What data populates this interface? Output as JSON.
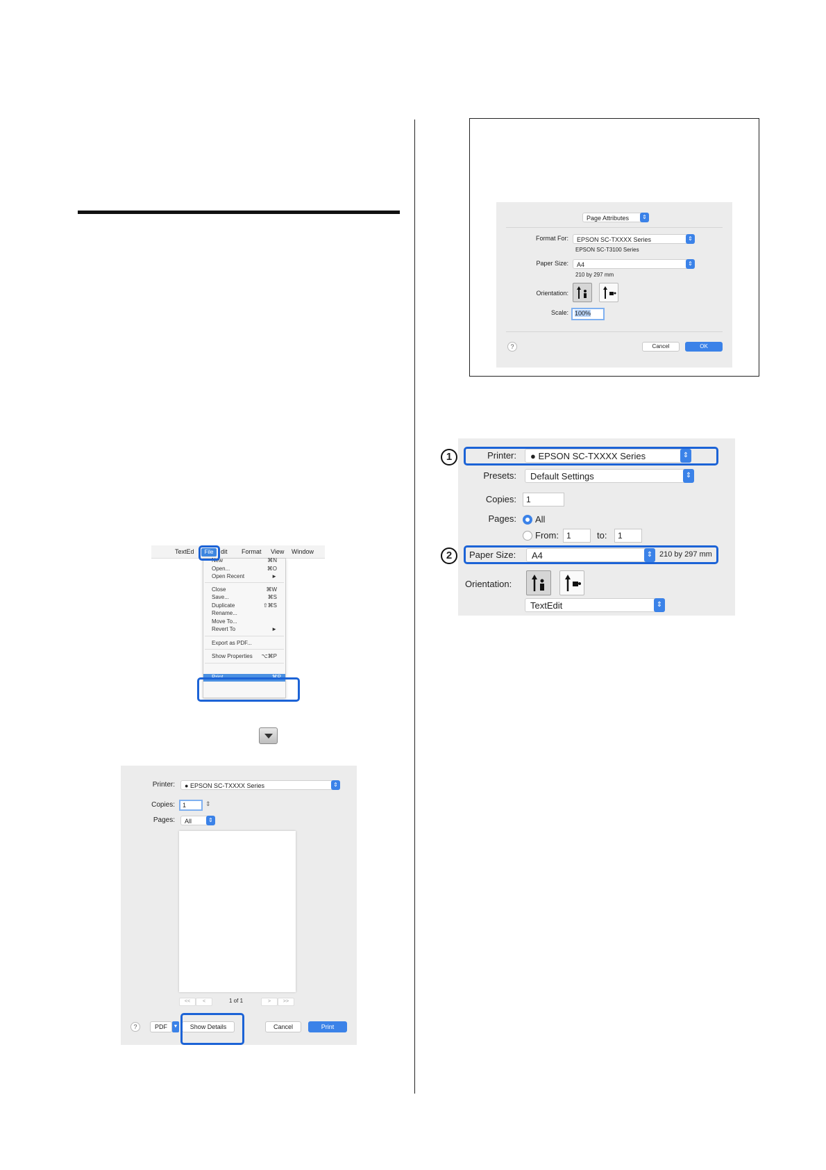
{
  "menu": {
    "app_name": "TextEd",
    "items_bar": [
      "File",
      "dit",
      "Format",
      "View",
      "Window"
    ],
    "entries": [
      {
        "label": "New",
        "shortcut": "⌘N"
      },
      {
        "label": "Open...",
        "shortcut": "⌘O"
      },
      {
        "label": "Open Recent",
        "shortcut": "►"
      },
      {
        "label": "Close",
        "shortcut": "⌘W"
      },
      {
        "label": "Save...",
        "shortcut": "⌘S"
      },
      {
        "label": "Duplicate",
        "shortcut": "⇧⌘S"
      },
      {
        "label": "Rename...",
        "shortcut": ""
      },
      {
        "label": "Move To...",
        "shortcut": ""
      },
      {
        "label": "Revert To",
        "shortcut": "►"
      },
      {
        "label": "Export as PDF...",
        "shortcut": ""
      },
      {
        "label": "Show Properties",
        "shortcut": "⌥⌘P"
      },
      {
        "label": "Print...",
        "shortcut": "⌘P"
      }
    ]
  },
  "simple_dialog": {
    "printer_label": "Printer:",
    "printer_value": "EPSON SC-TXXXX Series",
    "copies_label": "Copies:",
    "copies_value": "1",
    "pages_label": "Pages:",
    "pages_value": "All",
    "page_counter": "1 of 1",
    "nav_first": "<<",
    "nav_prev": "<",
    "nav_next": ">",
    "nav_last": ">>",
    "help": "?",
    "pdf_label": "PDF",
    "show_details": "Show Details",
    "cancel": "Cancel",
    "print": "Print"
  },
  "page_setup": {
    "attributes_popup": "Page Attributes",
    "format_for_label": "Format For:",
    "format_for_value": "EPSON SC-TXXXX Series",
    "format_for_sub": "EPSON SC-T3100 Series",
    "paper_size_label": "Paper Size:",
    "paper_size_value": "A4",
    "paper_size_sub": "210 by 297 mm",
    "orientation_label": "Orientation:",
    "scale_label": "Scale:",
    "scale_value": "100%",
    "help": "?",
    "cancel": "Cancel",
    "ok": "OK"
  },
  "details_dialog": {
    "marker_1": "1",
    "marker_2": "2",
    "printer_label": "Printer:",
    "printer_value": "EPSON SC-TXXXX Series",
    "presets_label": "Presets:",
    "presets_value": "Default Settings",
    "copies_label": "Copies:",
    "copies_value": "1",
    "pages_label": "Pages:",
    "pages_all": "All",
    "from_label": "From:",
    "from_value": "1",
    "to_label": "to:",
    "to_value": "1",
    "paper_size_label": "Paper Size:",
    "paper_size_value": "A4",
    "paper_size_dims": "210 by 297 mm",
    "orientation_label": "Orientation:",
    "section_popup": "TextEdit"
  },
  "colors": {
    "highlight": "#1c63d6",
    "accent": "#3b82e8",
    "dialog_bg": "#ececec"
  }
}
